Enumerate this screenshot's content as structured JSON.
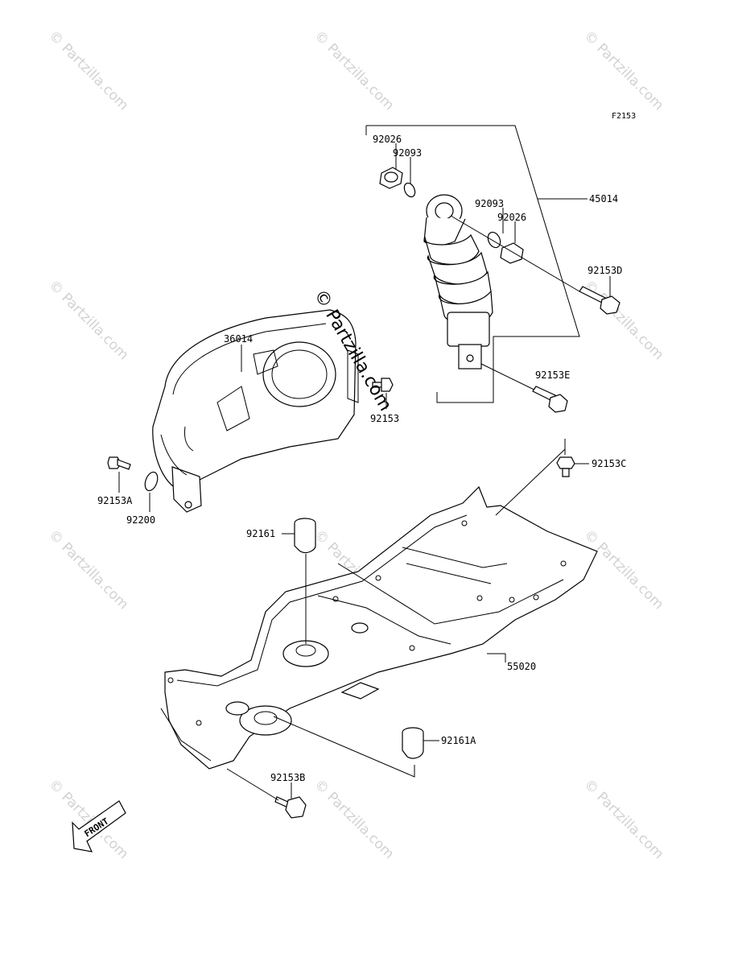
{
  "figure": {
    "code": "F2153"
  },
  "parts": {
    "p45014": "45014",
    "p92026_a": "92026",
    "p92093_a": "92093",
    "p92093_b": "92093",
    "p92026_b": "92026",
    "p92153D": "92153D",
    "p92153E": "92153E",
    "p36014": "36014",
    "p92153": "92153",
    "p92153A": "92153A",
    "p92200": "92200",
    "p92153C": "92153C",
    "p92161": "92161",
    "p55020": "55020",
    "p92161A": "92161A",
    "p92153B": "92153B"
  },
  "front_arrow": {
    "label": "FRONT"
  },
  "watermark": {
    "text": "© Partzilla.com",
    "center_text": "© Partzilla.com"
  }
}
